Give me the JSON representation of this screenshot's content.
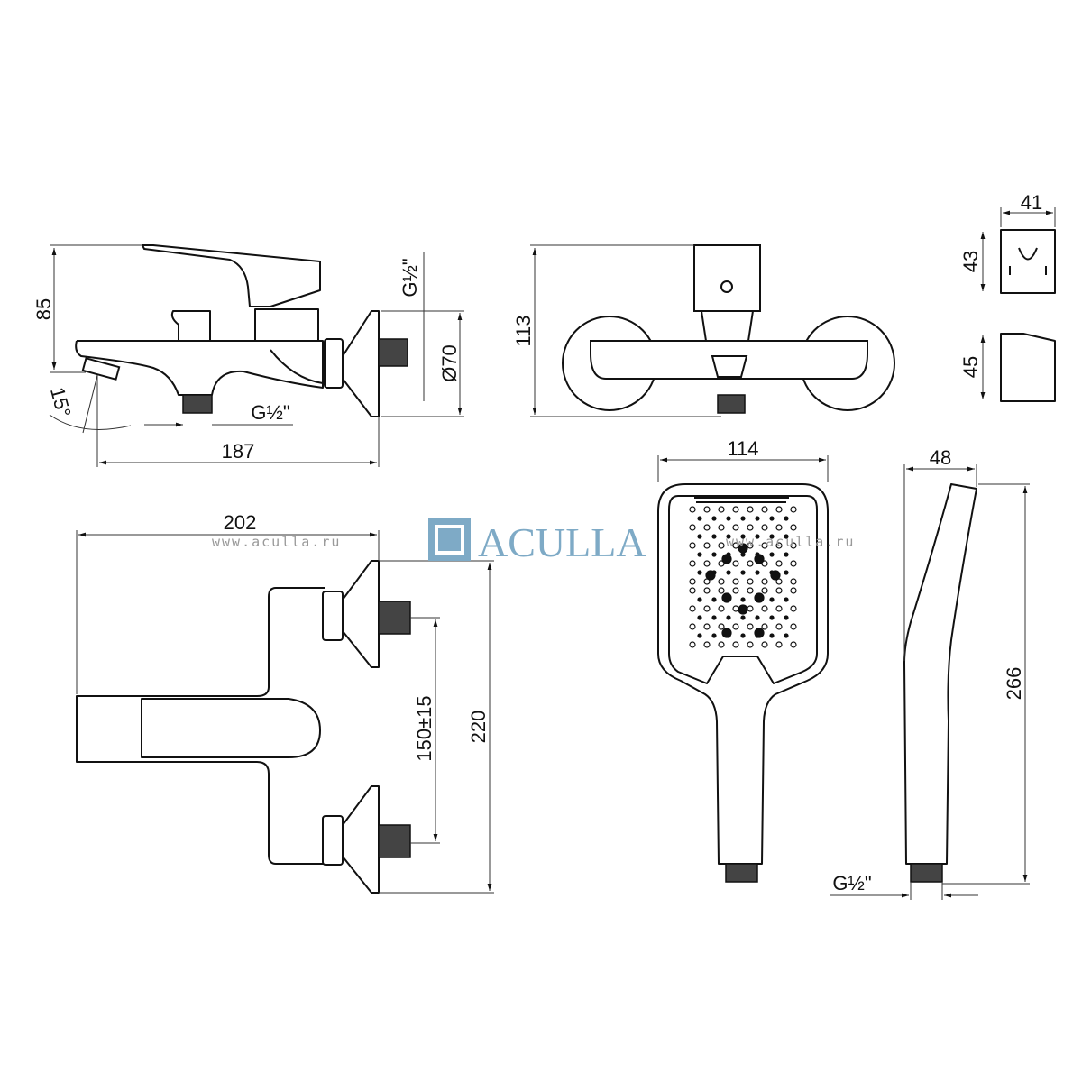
{
  "brand": {
    "logo_text": "ACULLA",
    "watermark": "www.aculla.ru",
    "color": "#7eaac6"
  },
  "side_view": {
    "height": "85",
    "angle": "15°",
    "length": "187",
    "outlet_thread": "G½\"",
    "inlet_thread": "G½\"",
    "escutcheon_diameter": "Ø70"
  },
  "front_view": {
    "height": "113"
  },
  "holder": {
    "width": "41",
    "height_front": "43",
    "height_side": "45"
  },
  "top_view": {
    "length": "202",
    "total_width": "220",
    "center_distance": "150±15"
  },
  "hand_shower": {
    "width": "114",
    "depth": "48",
    "length": "266",
    "thread": "G½\""
  }
}
